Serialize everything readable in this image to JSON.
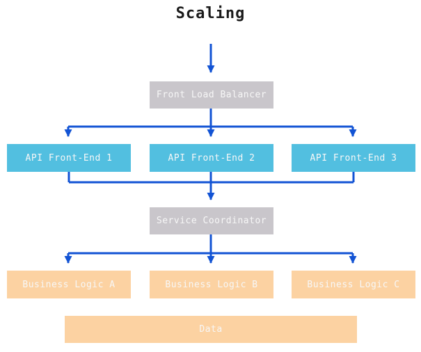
{
  "diagram": {
    "title": "Scaling",
    "colors": {
      "background": "#ffffff",
      "arrow": "#1253d4",
      "gray_box": "#c9c6cb",
      "cyan_box": "#52bfe0",
      "orange_box": "#fcd2a2",
      "box_text": "#f7f7f7",
      "title_text": "#1a1a1a"
    },
    "nodes": {
      "front_load_balancer": {
        "label": "Front Load Balancer"
      },
      "api_front_end_1": {
        "label": "API Front-End 1"
      },
      "api_front_end_2": {
        "label": "API Front-End 2"
      },
      "api_front_end_3": {
        "label": "API Front-End 3"
      },
      "service_coordinator": {
        "label": "Service Coordinator"
      },
      "business_logic_a": {
        "label": "Business Logic A"
      },
      "business_logic_b": {
        "label": "Business Logic B"
      },
      "business_logic_c": {
        "label": "Business Logic C"
      },
      "data_store": {
        "label": "Data"
      }
    }
  }
}
